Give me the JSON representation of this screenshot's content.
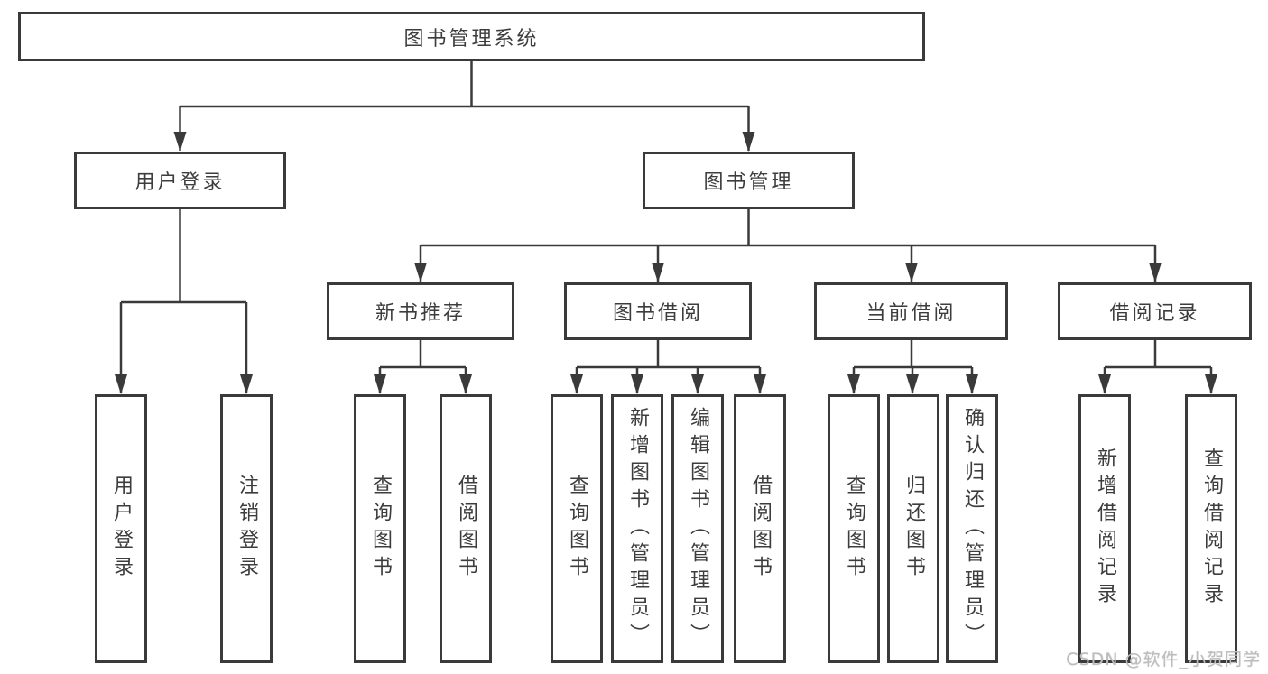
{
  "diagram_type": "hierarchy-tree",
  "tree": {
    "label": "图书管理系统",
    "children": [
      {
        "label": "用户登录",
        "children": [
          {
            "label": "用户登录"
          },
          {
            "label": "注销登录"
          }
        ]
      },
      {
        "label": "图书管理",
        "children": [
          {
            "label": "新书推荐",
            "children": [
              {
                "label": "查询图书"
              },
              {
                "label": "借阅图书"
              }
            ]
          },
          {
            "label": "图书借阅",
            "children": [
              {
                "label": "查询图书"
              },
              {
                "label": "新增图书（管理员）"
              },
              {
                "label": "编辑图书（管理员）"
              },
              {
                "label": "借阅图书"
              }
            ]
          },
          {
            "label": "当前借阅",
            "children": [
              {
                "label": "查询图书"
              },
              {
                "label": "归还图书"
              },
              {
                "label": "确认归还（管理员）"
              }
            ]
          },
          {
            "label": "借阅记录",
            "children": [
              {
                "label": "新增借阅记录"
              },
              {
                "label": "查询借阅记录"
              }
            ]
          }
        ]
      }
    ]
  },
  "watermark": {
    "text": "CSDN @软件_小贺同学"
  },
  "colors": {
    "line": "#3a3a3a",
    "text": "#3d3d3d",
    "watermark": "#bdbdbd",
    "background": "#ffffff"
  }
}
